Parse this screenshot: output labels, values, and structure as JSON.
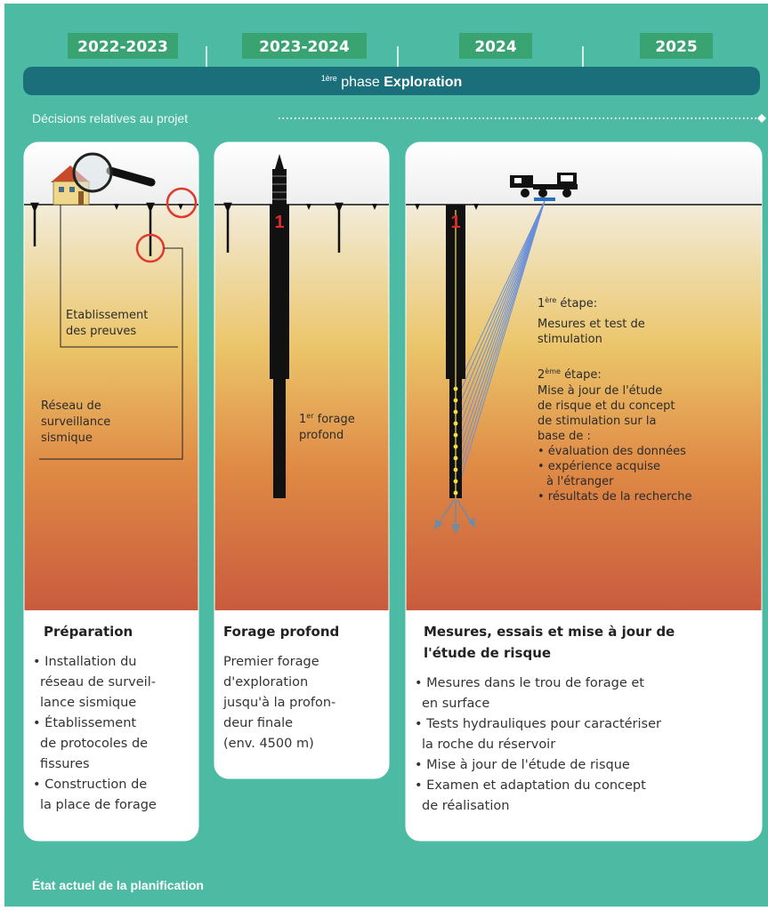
{
  "timeline": {
    "years": [
      "2022-2023",
      "2023-2024",
      "2024",
      "2025"
    ],
    "phase_sup": "1ère",
    "phase_prefix": "phase",
    "phase_title": "Exploration"
  },
  "decisions_label": "Décisions relatives au projet",
  "colors": {
    "background": "#4dbaa3",
    "phase_bar": "#1a6f7a",
    "year_box": "#3aa372",
    "gradient_top": "#f2ecd9",
    "gradient_mid": "#e9b04f",
    "gradient_bottom": "#c95b3e"
  },
  "panel1": {
    "labels": {
      "etablissement_1": "Etablissement",
      "etablissement_2": "des preuves",
      "reseau_1": "Réseau de",
      "reseau_2": "surveillance",
      "reseau_3": "sismique"
    },
    "card_title": "Préparation",
    "card_lines": [
      "• Installation du",
      "réseau de surveil-",
      "lance sismique",
      "• Établissement",
      "de protocoles de",
      "fissures",
      "• Construction de",
      "la place de forage"
    ]
  },
  "panel2": {
    "well_number": "1",
    "label_sup": "er",
    "label_1_prefix": "1",
    "label_1_suffix": "forage",
    "label_2": "profond",
    "card_title": "Forage profond",
    "card_lines": [
      "Premier forage",
      "d'exploration",
      "jusqu'à la profon-",
      "deur finale",
      "(env. 4500 m)"
    ]
  },
  "panel3": {
    "well_number": "1",
    "step1_num": "1",
    "step1_sup": "ère",
    "step1_word": "étape:",
    "step1_lines": [
      "Mesures et test de",
      "stimulation"
    ],
    "step2_num": "2",
    "step2_sup": "ème",
    "step2_word": "étape:",
    "step2_lines": [
      "Mise à jour de l'étude",
      "de risque et du concept",
      "de stimulation sur la",
      "base de :",
      "• évaluation des données",
      "• expérience acquise",
      "à l'étranger",
      "• résultats de la recherche"
    ],
    "card_title_1": "Mesures, essais et mise à jour de",
    "card_title_2": "l'étude de risque",
    "card_lines": [
      "• Mesures dans le trou de forage et",
      "en surface",
      "• Tests hydrauliques pour caractériser",
      "la roche du réservoir",
      "• Mise à jour de l'étude de risque",
      "• Examen et adaptation du concept",
      "de réalisation"
    ]
  },
  "footer": "État actuel de la planification"
}
